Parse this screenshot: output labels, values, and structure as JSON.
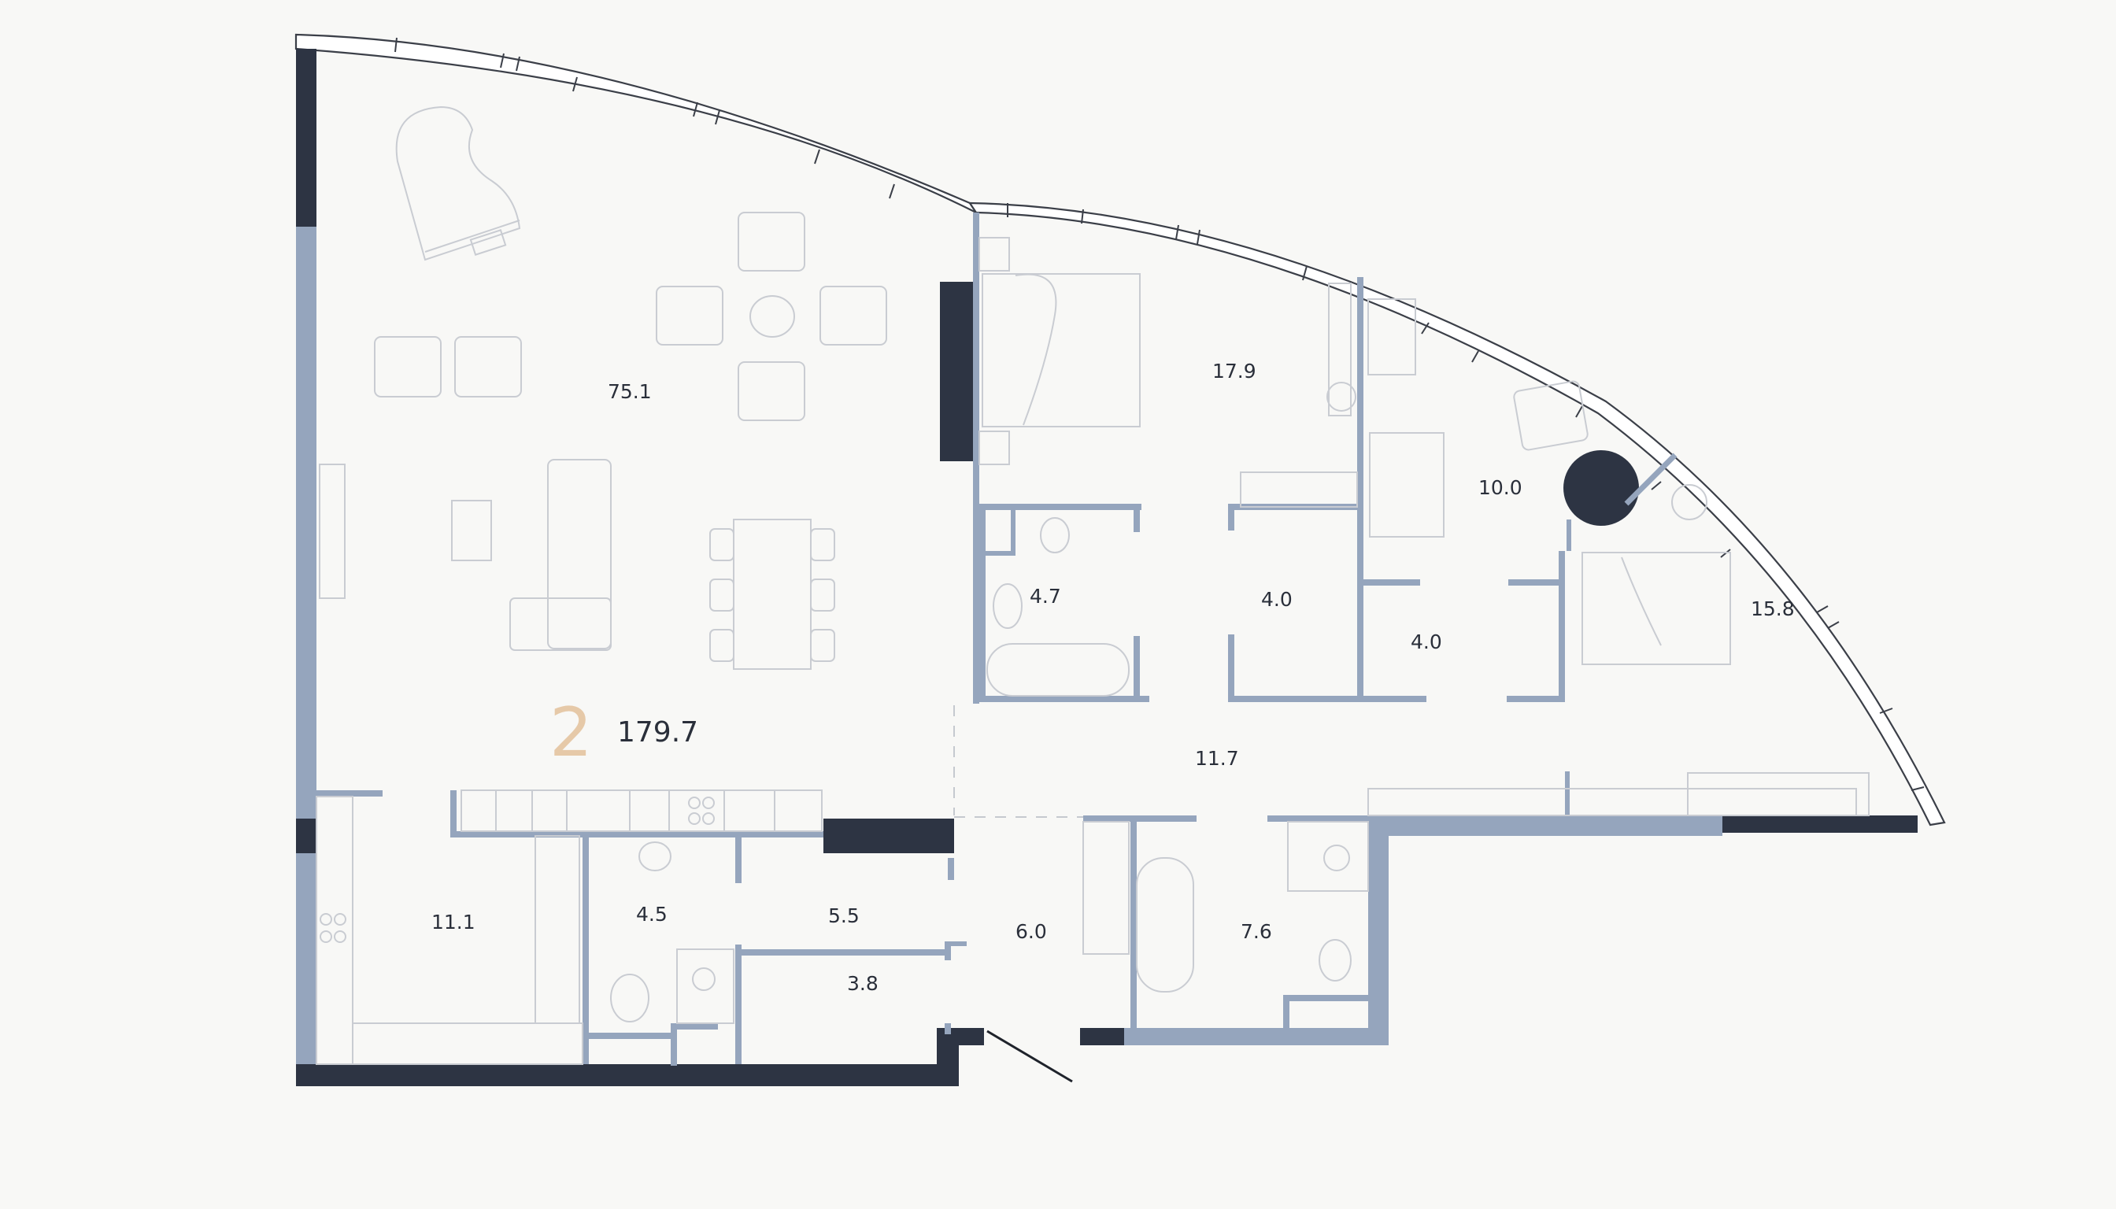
{
  "plan": {
    "unit_number": "2",
    "total_area": "179.7",
    "colors": {
      "wall_light": "#95a5bd",
      "wall_dark": "#2d3443",
      "unit_number": "#e6c9a8",
      "label": "#2a2f3a",
      "background": "#f8f8f6"
    },
    "rooms": [
      {
        "id": "living-dining",
        "area": "75.1"
      },
      {
        "id": "bedroom-1",
        "area": "17.9"
      },
      {
        "id": "study",
        "area": "10.0"
      },
      {
        "id": "bedroom-master",
        "area": "15.8"
      },
      {
        "id": "bathroom-1",
        "area": "4.7"
      },
      {
        "id": "wardrobe-1",
        "area": "4.0"
      },
      {
        "id": "wardrobe-2",
        "area": "4.0"
      },
      {
        "id": "corridor",
        "area": "11.7"
      },
      {
        "id": "kitchen",
        "area": "11.1"
      },
      {
        "id": "wc",
        "area": "4.5"
      },
      {
        "id": "hallway",
        "area": "5.5"
      },
      {
        "id": "storage",
        "area": "3.8"
      },
      {
        "id": "entrance-hall",
        "area": "6.0"
      },
      {
        "id": "bathroom-2",
        "area": "7.6"
      }
    ]
  }
}
